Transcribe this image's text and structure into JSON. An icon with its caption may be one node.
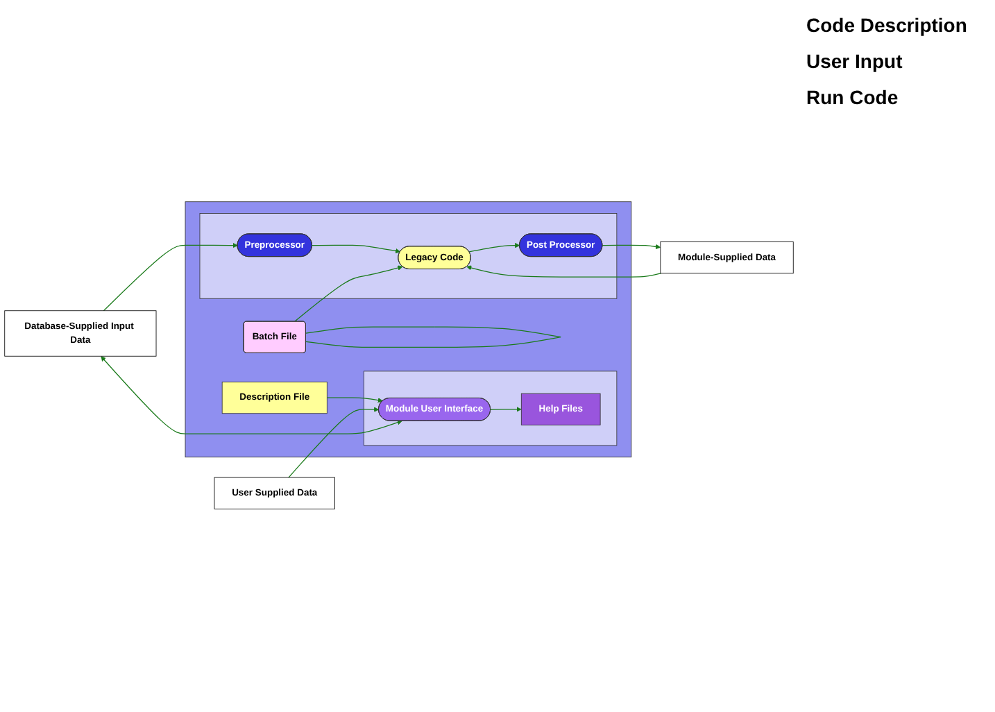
{
  "diagram": {
    "nodes": [
      {
        "text": [],
        "shape": "box"
      },
      {
        "text": [
          "Description File"
        ],
        "in": 0
      },
      {
        "text": [],
        "shape": "box",
        "in": 0
      },
      {
        "text": [
          "Module User Interface"
        ],
        "in": 2
      },
      {
        "text": [
          "Help Files"
        ],
        "in": 2
      },
      {
        "text": [],
        "shape": "box",
        "in": 0
      },
      {
        "text": [
          "Preprocessor"
        ],
        "in": 5
      },
      {
        "text": [
          "Legacy Code"
        ],
        "in": 5
      },
      {
        "text": [
          "Post Processor"
        ],
        "in": 5
      },
      {
        "text": [
          "Batch File"
        ],
        "in": 0
      },
      {
        "text": [
          "User Supplied Data"
        ]
      },
      {
        "text": [
          "Database-Supplied Input Data"
        ]
      },
      {
        "text": [
          "Module-Supplied Data"
        ]
      }
    ],
    "edges": [
      {
        "from": 1,
        "to": 3,
        "arrow": "to"
      },
      {
        "from": 10,
        "to": 3,
        "arrow": "to"
      },
      {
        "from": 11,
        "to": 3,
        "arrow": "both"
      },
      {
        "from": 11,
        "to": 6,
        "arrow": "to"
      },
      {
        "from": 3,
        "to": 4,
        "arrow": "to"
      },
      {
        "from": 6,
        "to": 7,
        "arrow": "to"
      },
      {
        "from": 7,
        "to": 8,
        "arrow": "to"
      },
      {
        "from": 12,
        "to": 7,
        "arrow": "to"
      },
      {
        "from": 8,
        "to": 12,
        "arrow": "to"
      },
      {
        "from": 9,
        "to": 7,
        "arrow": "to"
      },
      {
        "from": 9,
        "to": 9,
        "arrow": "none"
      }
    ],
    "labels": [
      "Code Description",
      "User Input",
      "Run Code"
    ]
  }
}
